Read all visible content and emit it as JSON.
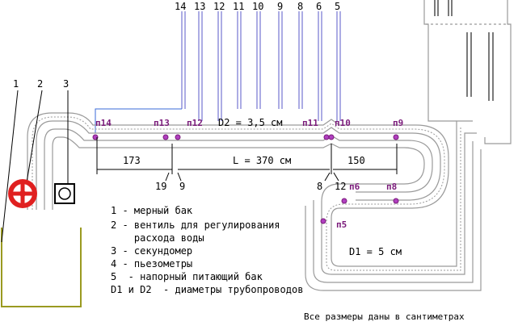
{
  "piezometer_labels": [
    "14",
    "13",
    "12",
    "11",
    "10",
    "9",
    "8",
    "6",
    "5"
  ],
  "left_labels": [
    "1",
    "2",
    "3"
  ],
  "nodes": [
    "п14",
    "п13",
    "п12",
    "п11",
    "п10",
    "п9",
    "п8",
    "п6",
    "п5"
  ],
  "d2_label": "D2 = 3,5 см",
  "d1_label": "D1 = 5 см",
  "dimensions": {
    "left": "173",
    "middle": "L = 370 см",
    "right": "150"
  },
  "bottom_marks": [
    "19",
    "9",
    "8",
    "12"
  ],
  "legend": [
    "1 - мерный бак",
    "2 - вентиль для регулирования",
    "    расхода воды",
    "3 - секундомер",
    "4 - пьезометры",
    "5  - напорный питающий бак",
    "D1 и D2  - диаметры трубопроводов"
  ],
  "note": "Все размеры даны в сантиметрах",
  "colors": {
    "pipe": "#9a9a9a",
    "piezo": "#5a5ac8",
    "tank": "#9a9a20",
    "valve": "#e02020",
    "node": "#7a1a7a",
    "link": "#3a6ad8"
  }
}
